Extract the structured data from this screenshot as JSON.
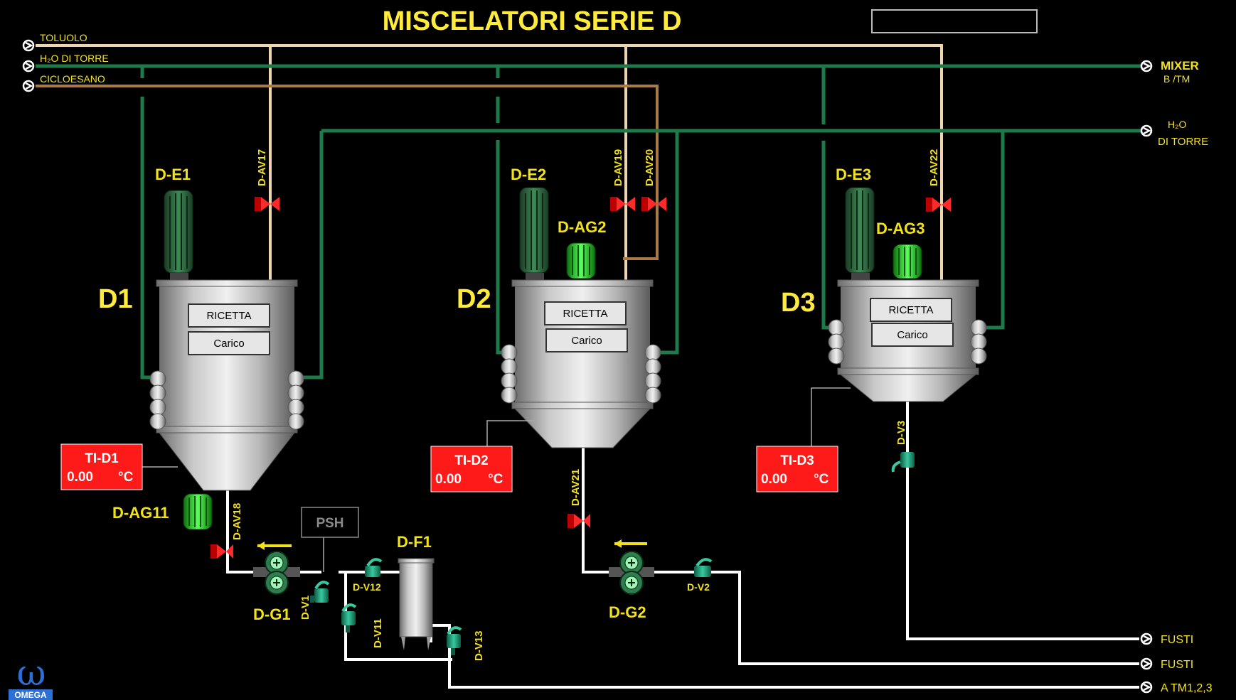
{
  "title": "MISCELATORI SERIE D",
  "status_box": "",
  "logo_text": "OMEGA",
  "inlets": [
    {
      "label": "TOLUOLO"
    },
    {
      "label": "H₂O DI TORRE"
    },
    {
      "label": "CICLOESANO"
    }
  ],
  "outlets": {
    "mixer_line1": "MIXER",
    "mixer_line2": "B /TM",
    "h2o_line1": "H₂O",
    "h2o_line2": "DI TORRE",
    "fusti1": "FUSTI",
    "fusti2": "FUSTI",
    "a_tm": "A TM1,2,3"
  },
  "mixers": [
    {
      "name": "D1",
      "motor": "D-E1",
      "recipe_label": "RICETTA",
      "load_label": "Carico",
      "temp_tag": "TI-D1",
      "temp_value": "0.00",
      "temp_unit": "°C"
    },
    {
      "name": "D2",
      "motor": "D-E2",
      "agitator": "D-AG2",
      "recipe_label": "RICETTA",
      "load_label": "Carico",
      "temp_tag": "TI-D2",
      "temp_value": "0.00",
      "temp_unit": "°C"
    },
    {
      "name": "D3",
      "motor": "D-E3",
      "agitator": "D-AG3",
      "recipe_label": "RICETTA",
      "load_label": "Carico",
      "temp_tag": "TI-D3",
      "temp_value": "0.00",
      "temp_unit": "°C"
    }
  ],
  "valves": {
    "av17": "D-AV17",
    "av18": "D-AV18",
    "av19": "D-AV19",
    "av20": "D-AV20",
    "av21": "D-AV21",
    "av22": "D-AV22",
    "v1": "D-V1",
    "v2": "D-V2",
    "v3": "D-V3",
    "v11": "D-V11",
    "v12": "D-V12",
    "v13": "D-V13"
  },
  "equipment": {
    "ag11": "D-AG11",
    "g1": "D-G1",
    "g2": "D-G2",
    "f1": "D-F1",
    "psh": "PSH"
  },
  "colors": {
    "title": "#ffeb3b",
    "label": "#f2e21c",
    "water_pipe": "#1f7a4a",
    "toluolo_pipe": "#f0d3b0",
    "cicloesano_pipe": "#a97a45",
    "product_pipe": "#ffffff",
    "alarm": "#ff1a1a"
  }
}
